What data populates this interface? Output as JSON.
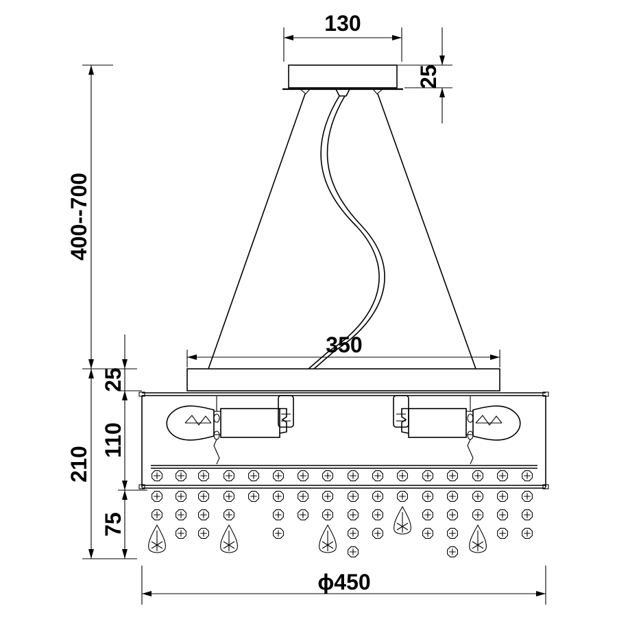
{
  "dimensions": {
    "canopy_width": "130",
    "canopy_height": "25",
    "suspension_length": "400--700",
    "frame_width": "350",
    "frame_height": "25",
    "body_height": "210",
    "lamp_section_height": "110",
    "crystal_drop_height": "75",
    "diameter": "ϕ450"
  }
}
